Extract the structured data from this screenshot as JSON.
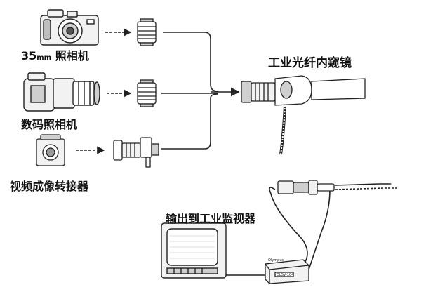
{
  "labels": {
    "camera_35mm": "35mm 照相机",
    "camera_35mm_prefix": "35",
    "camera_35mm_unit": "mm",
    "camera_35mm_name": "照相机",
    "digital_camera": "数码照相机",
    "video_adapter": "视频成像转接器",
    "endoscope": "工业光纤内窥镜",
    "monitor_output": "输出到工业监视器"
  },
  "device_text": {
    "recorder_brand": "Olympus",
    "recorder_model": "OLSV-104"
  },
  "icons": [
    "film-camera-icon",
    "digital-camera-icon",
    "video-camera-icon",
    "lens-adapter-icon",
    "video-coupler-icon",
    "endoscope-icon",
    "crt-monitor-icon",
    "video-recorder-icon"
  ],
  "colors": {
    "line": "#222222",
    "background": "#ffffff",
    "fill_light": "#f2f2f2",
    "fill_mid": "#cfcfcf"
  }
}
